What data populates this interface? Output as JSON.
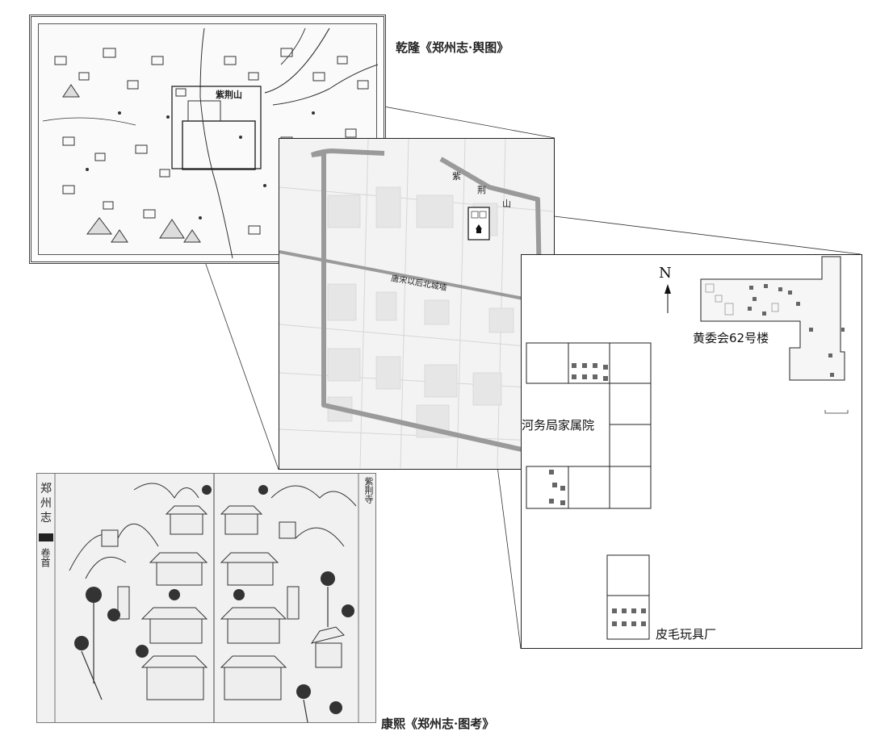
{
  "captions": {
    "qianlong": "乾隆《郑州志·舆图》",
    "kangxi": "康熙《郑州志·图考》"
  },
  "urban_map": {
    "road_label_1": "紫",
    "road_label_2": "荆",
    "road_label_3": "山",
    "city_wall_label": "唐宋以后北城墙"
  },
  "site_plan": {
    "north_label": "N",
    "building_62": "黄委会62号楼",
    "hewuju": "河务局家属院",
    "pimao": "皮毛玩具厂"
  },
  "kangxi_map": {
    "side_title_1": "郑",
    "side_title_2": "州",
    "side_title_3": "志",
    "side_title_4": "卷首",
    "top_right_label": "紫荆寺"
  },
  "qianlong_map": {
    "place_label": "紫荆山"
  },
  "colors": {
    "line": "#222222",
    "wall_gray": "#9a9a9a",
    "marker_gray": "#666666"
  }
}
